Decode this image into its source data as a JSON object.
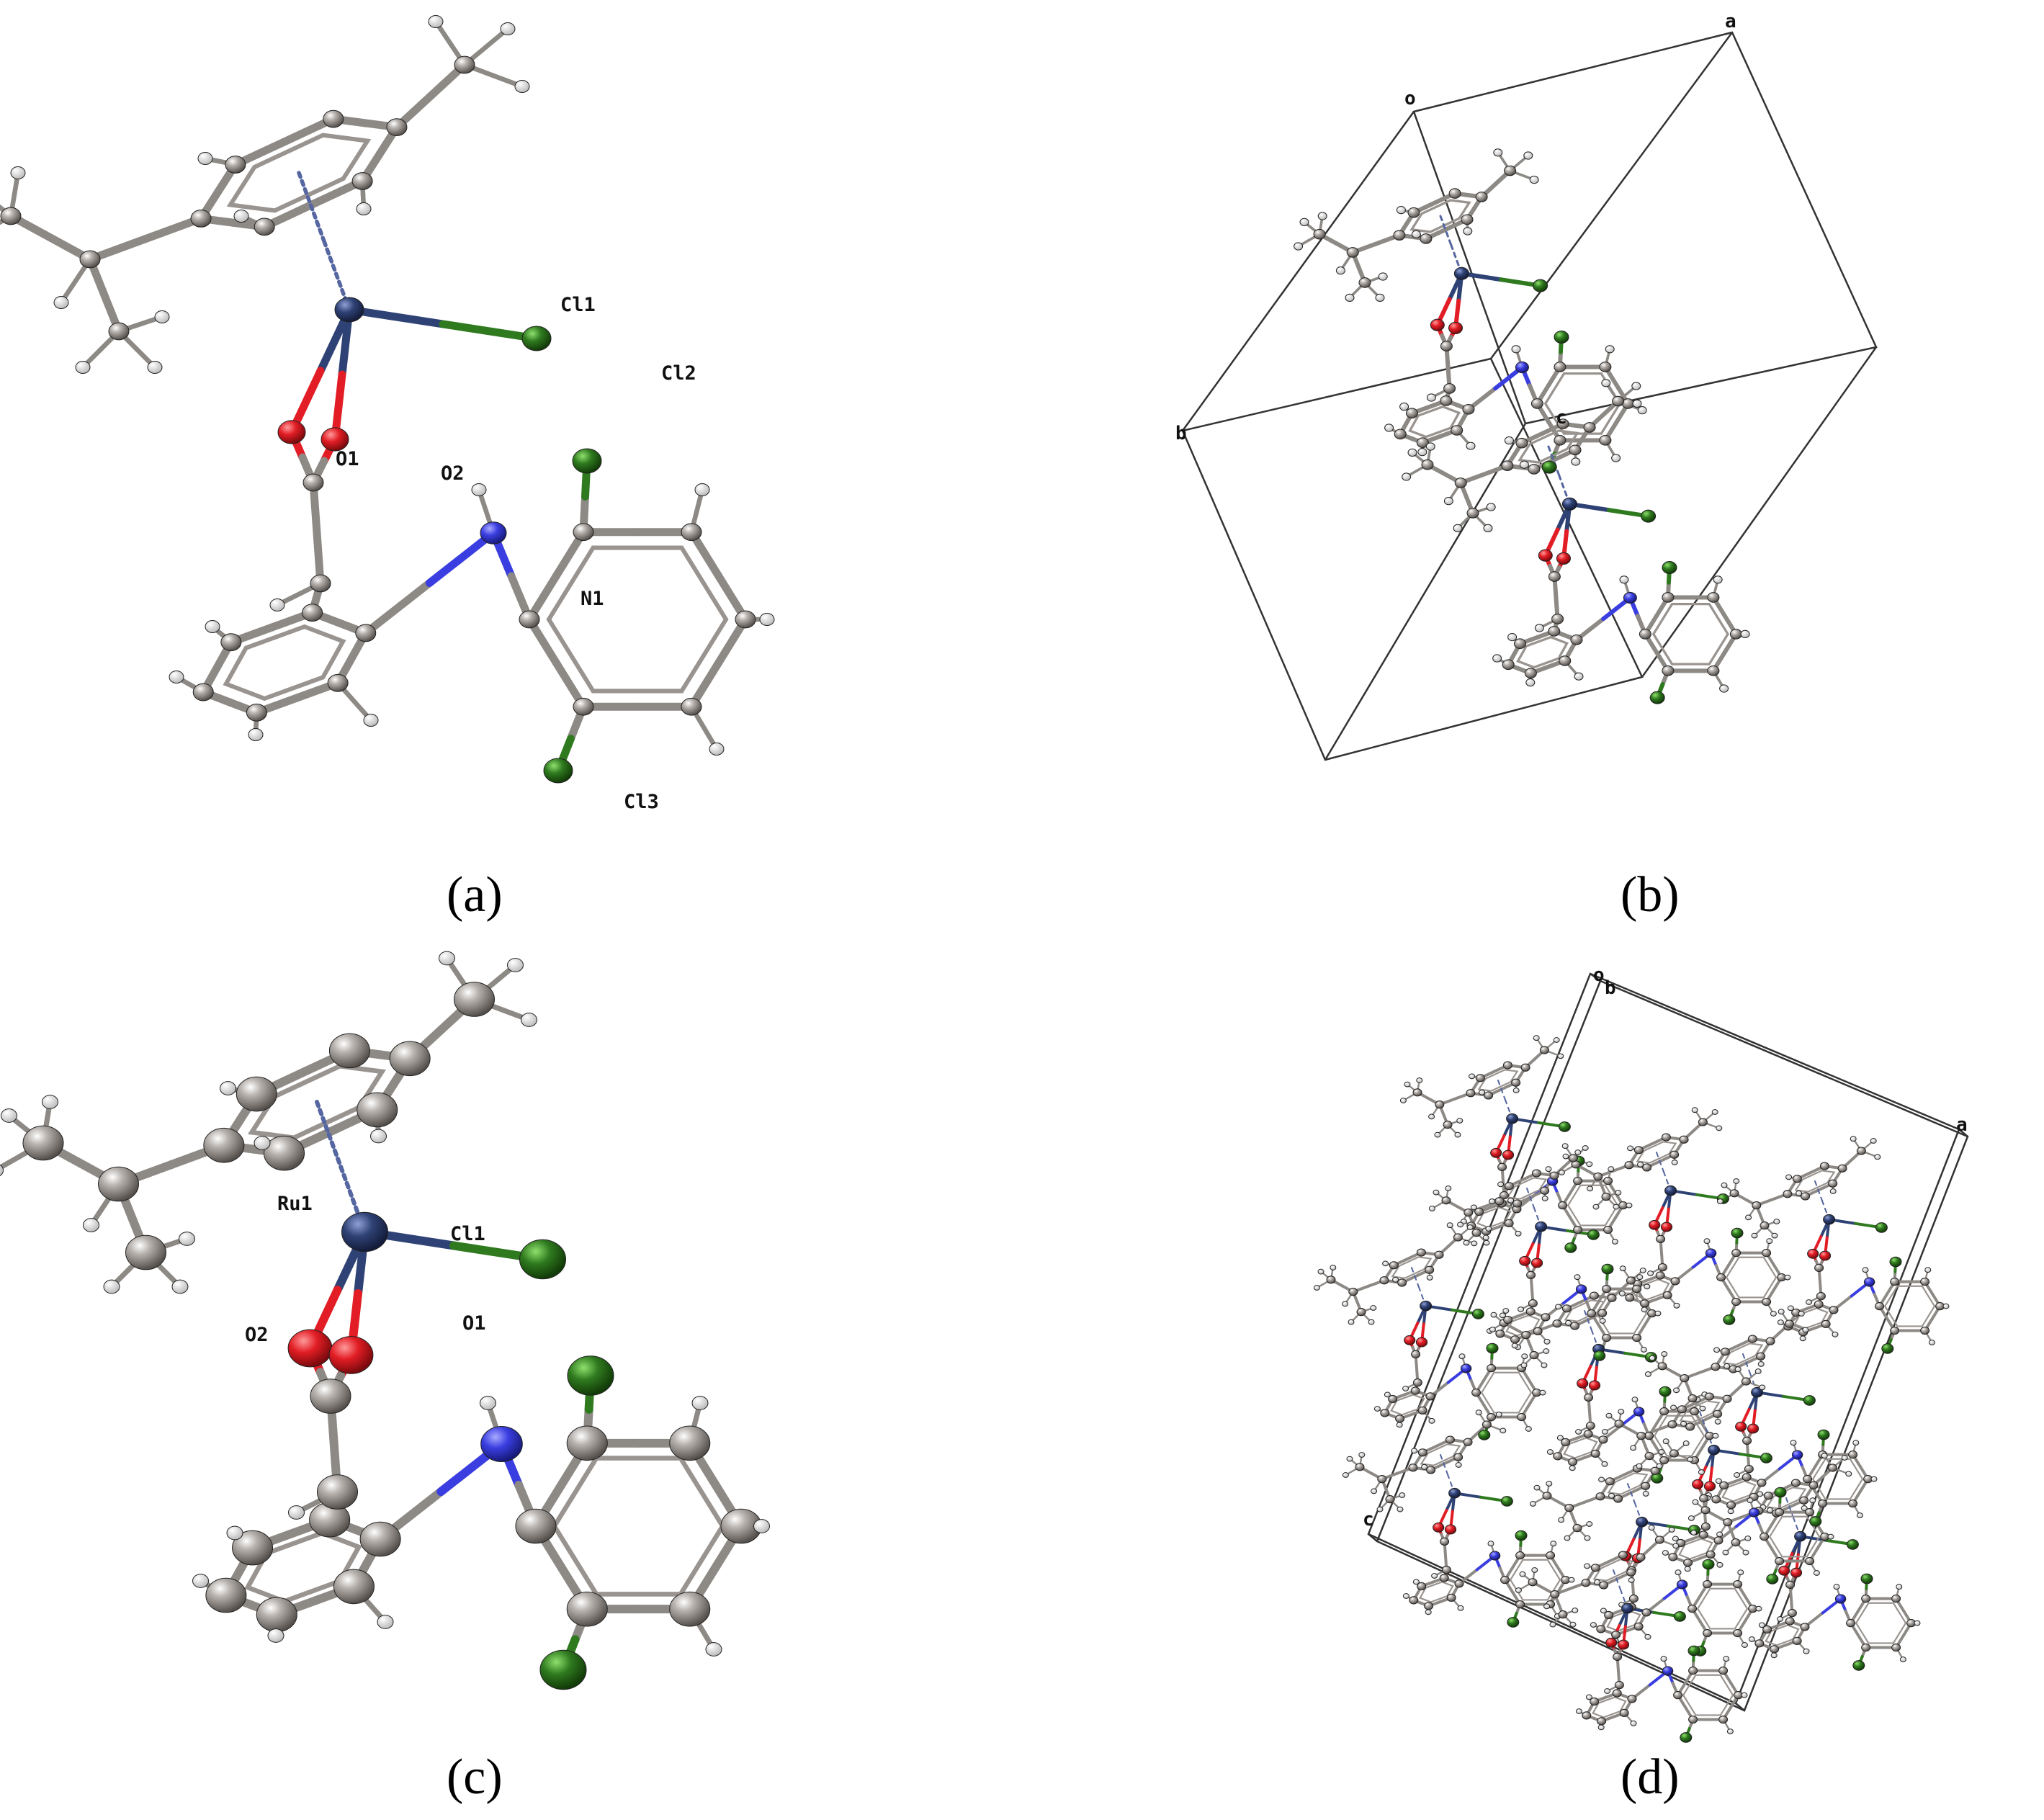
{
  "colors": {
    "carbon": "#8f8a86",
    "bond": "#8d8985",
    "hydrogen": "#f2f2f2",
    "ruthenium": "#2f4275",
    "chlorine": "#2f7a1f",
    "oxygen": "#e21d25",
    "nitrogen": "#3a3ee0",
    "cell": "#333333"
  },
  "panels": [
    {
      "id": "a",
      "caption": "(a)",
      "labels": [
        "Cl1",
        "Cl2",
        "O1",
        "O2",
        "N1",
        "Cl3"
      ]
    },
    {
      "id": "b",
      "caption": "(b)",
      "axes": [
        "a",
        "o",
        "b",
        "c"
      ]
    },
    {
      "id": "c",
      "caption": "(c)",
      "labels": [
        "Ru1",
        "Cl1",
        "O2",
        "O1"
      ]
    },
    {
      "id": "d",
      "caption": "(d)",
      "axes": [
        "o",
        "b",
        "a",
        "c"
      ]
    }
  ]
}
